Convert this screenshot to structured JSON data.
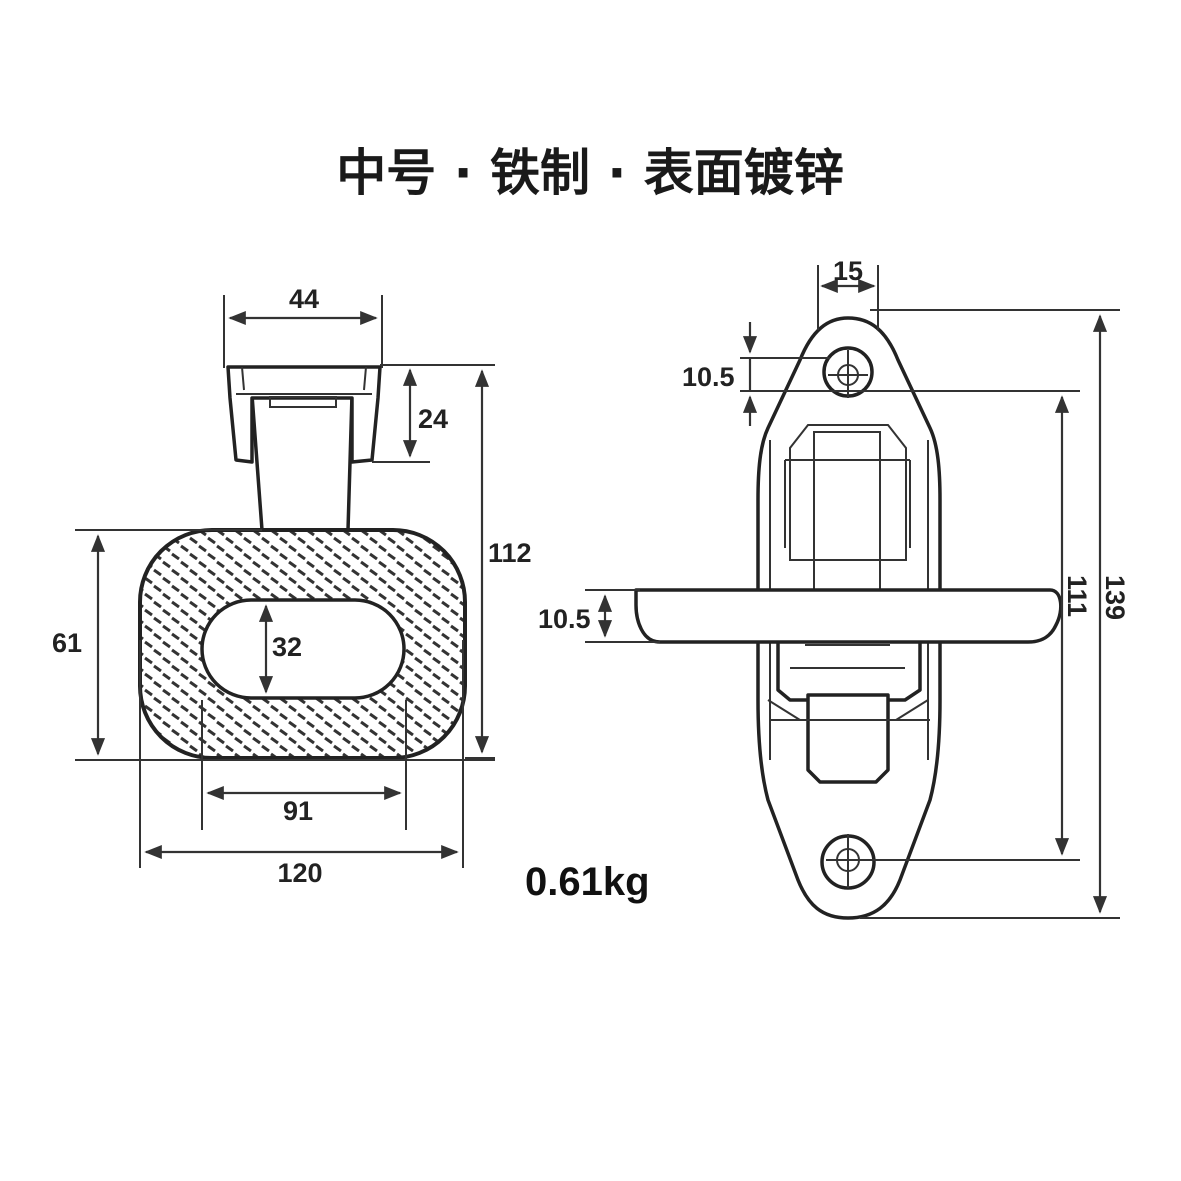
{
  "title": "中号 · 铁制 · 表面镀锌",
  "weight": "0.61kg",
  "front_view": {
    "top_width": "44",
    "top_height": "24",
    "total_height": "112",
    "ring_height": "61",
    "hole_height": "32",
    "hole_width": "91",
    "ring_width": "120"
  },
  "side_view": {
    "ear_width": "15",
    "ear_thickness": "10.5",
    "handle_thickness": "10.5",
    "hole_spacing": "111",
    "total_length": "139"
  },
  "colors": {
    "line": "#222222",
    "background": "#ffffff"
  }
}
